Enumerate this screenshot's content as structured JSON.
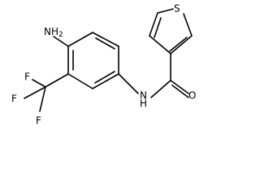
{
  "molecule": {
    "atom_labels": {
      "amino": "NH",
      "amino_subscript": "2",
      "amide_n": "N",
      "amide_h": "H",
      "carbonyl_o": "O",
      "thiophene_s": "S",
      "fluorine_1": "F",
      "fluorine_2": "F",
      "fluorine_3": "F"
    },
    "colors": {
      "bond": "#000000",
      "text": "#000000",
      "background": "#ffffff"
    }
  }
}
